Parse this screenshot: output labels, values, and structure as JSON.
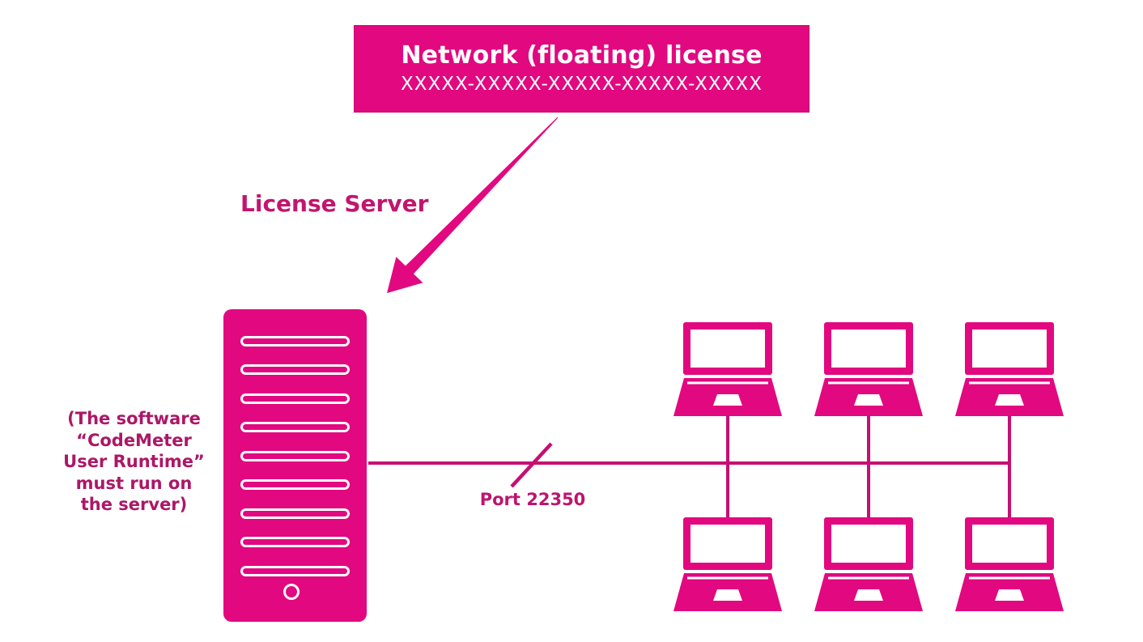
{
  "diagram_title": "Network (floating) license diagram",
  "colors": {
    "magenta_fill": "#E20880",
    "line_color": "#C60F72",
    "heading_text": "#C2156F",
    "note_text": "#AC1767",
    "port_text": "#BE146E",
    "background": "#FFFFFF",
    "box_text": "#FFFFFF"
  },
  "license_box": {
    "title": "Network (floating) license",
    "key_mask": "XXXXX-XXXXX-XXXXX-XXXXX-XXXXX"
  },
  "labels": {
    "license_server": "License Server",
    "server_note": "(The software\n“CodeMeter\nUser Runtime”\nmust run on\nthe server)",
    "port": "Port 22350"
  },
  "icons": {
    "server": "server-tower-icon",
    "client": "laptop-icon",
    "arrow": "arrow-down-left-icon",
    "network_tick": "port-slash-icon"
  },
  "network": {
    "bus": "horizontal network line",
    "clients_top_row": 3,
    "clients_bottom_row": 3,
    "total_clients": 6
  }
}
